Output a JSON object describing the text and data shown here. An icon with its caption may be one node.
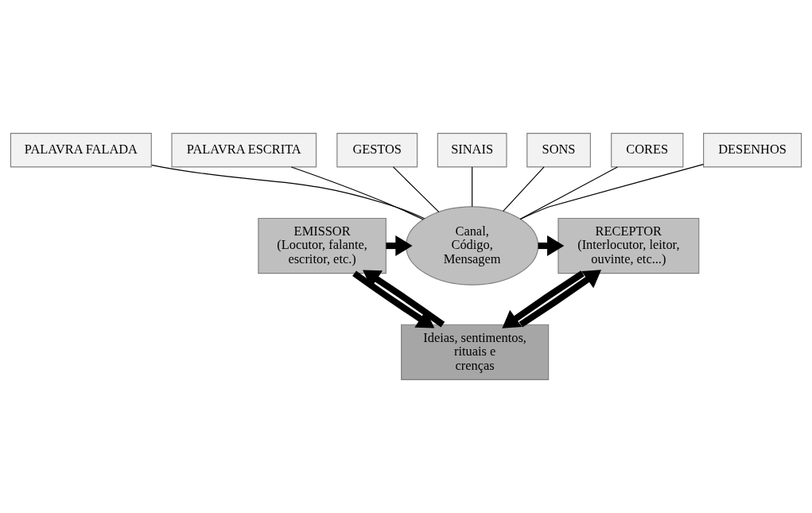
{
  "diagram": {
    "nodes": [
      {
        "text": [
          "SINAIS"
        ]
      },
      {
        "text": [
          "GESTOS"
        ]
      },
      {
        "text": [
          "SONS"
        ]
      },
      {
        "text": [
          "PALAVRA ESCRITA"
        ]
      },
      {
        "text": [
          "CORES"
        ]
      },
      {
        "text": [
          "PALAVRA FALADA"
        ]
      },
      {
        "text": [
          "DESENHOS"
        ]
      },
      {
        "text": [
          "EMISSOR",
          "(Locutor, falante, escritor, etc.)"
        ]
      },
      {
        "text": [
          "Canal, Código, Mensagem"
        ]
      },
      {
        "text": [
          "RECEPTOR",
          "(Interlocutor, leitor, ouvinte, etc...)"
        ]
      },
      {
        "text": [
          "Ideias, sentimentos, rituais e crenças"
        ]
      }
    ],
    "edges": [
      {
        "from": 5,
        "to": 8,
        "arrow": "none"
      },
      {
        "from": 3,
        "to": 8,
        "arrow": "none"
      },
      {
        "from": 1,
        "to": 8,
        "arrow": "none"
      },
      {
        "from": 0,
        "to": 8,
        "arrow": "none"
      },
      {
        "from": 2,
        "to": 8,
        "arrow": "none"
      },
      {
        "from": 4,
        "to": 8,
        "arrow": "none"
      },
      {
        "from": 6,
        "to": 8,
        "arrow": "none"
      },
      {
        "from": 7,
        "to": 8,
        "arrow": "to",
        "style": "thick"
      },
      {
        "from": 8,
        "to": 9,
        "arrow": "to",
        "style": "thick"
      },
      {
        "from": 7,
        "to": 10,
        "arrow": "to",
        "style": "thick"
      },
      {
        "from": 10,
        "to": 7,
        "arrow": "to",
        "style": "thick"
      },
      {
        "from": 9,
        "to": 10,
        "arrow": "to",
        "style": "thick"
      },
      {
        "from": 10,
        "to": 9,
        "arrow": "to",
        "style": "thick"
      }
    ]
  }
}
